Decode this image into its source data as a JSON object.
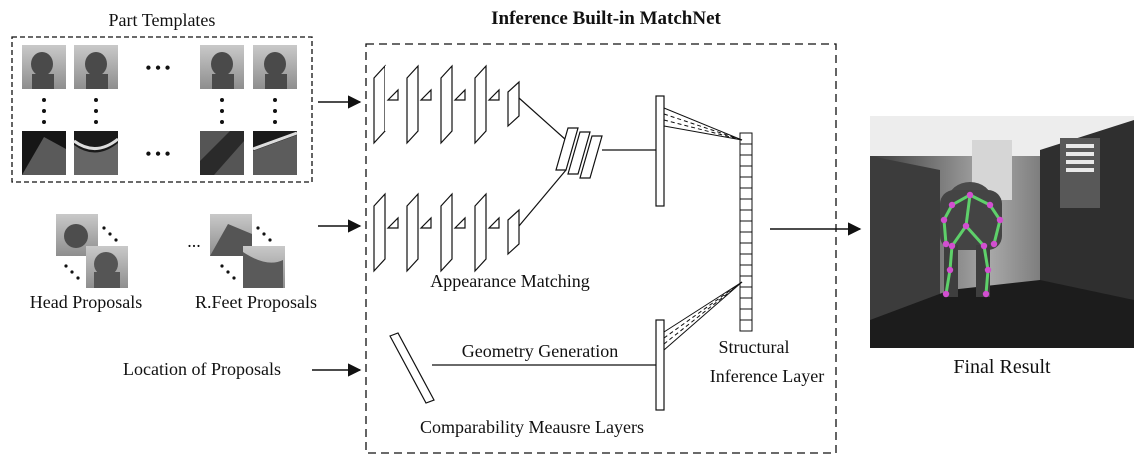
{
  "title": "Inference Built-in MatchNet",
  "labels": {
    "part_templates": "Part Templates",
    "head_proposals": "Head Proposals",
    "rfeet_proposals": "R.Feet Proposals",
    "location_of_proposals": "Location of Proposals",
    "appearance_matching": "Appearance Matching",
    "geometry_generation": "Geometry Generation",
    "comparability_layers": "Comparability Meausre Layers",
    "structural_line1": "Structural",
    "structural_line2": "Inference Layer",
    "final_result": "Final Result"
  },
  "glyphs": {
    "ellipsis": "• • •",
    "proposal_ellipsis": "..."
  },
  "colors": {
    "skeleton_limb": "#5ed06a",
    "skeleton_joint": "#d24fd0",
    "ink": "#111111"
  }
}
